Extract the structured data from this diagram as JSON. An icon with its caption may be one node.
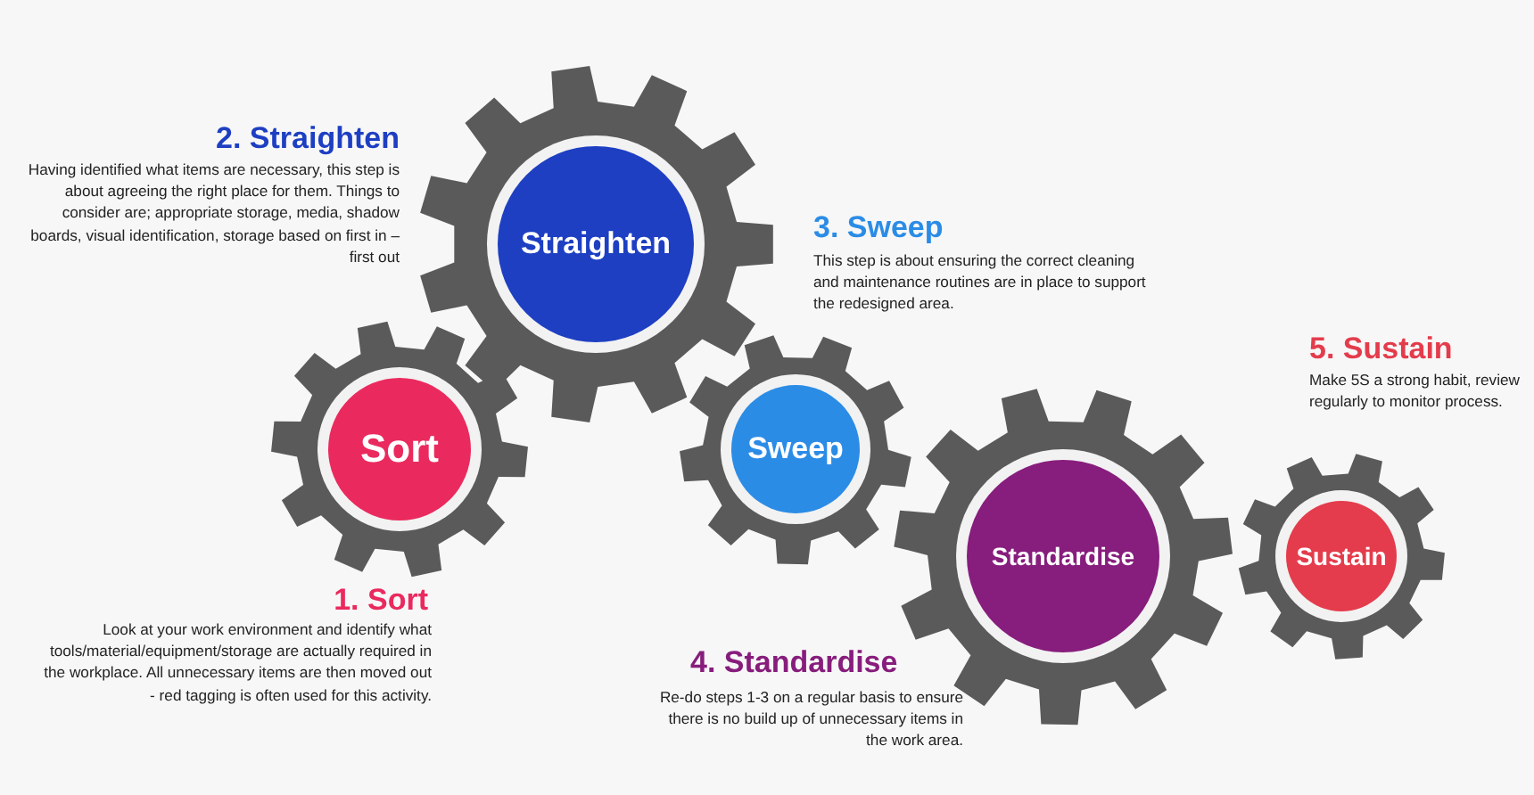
{
  "diagram": {
    "nodes": [
      {
        "text": [
          "Sort"
        ]
      },
      {
        "text": [
          "Straighten"
        ]
      },
      {
        "text": [
          "Sweep"
        ]
      },
      {
        "text": [
          "Standardise"
        ]
      },
      {
        "text": [
          "Sustain"
        ]
      }
    ],
    "labels": [
      "2.  Straighten",
      "Having identified what items are necessary, this step is about agreeing the right place for them. Things to consider are; appropriate storage, media, shadow boards, visual identification, storage based on first in – first out",
      "3.  Sweep",
      "This step is about ensuring the correct cleaning and maintenance routines are in place to support the redesigned area.",
      "5.  Sustain",
      "Make 5S a strong habit, review regularly to monitor process.",
      "1.  Sort",
      "Look at your work environment and identify what tools/material/equipment/storage are actually required in the workplace.  All unnecessary items are then moved out - red tagging is often used for this activity.",
      "4.  Standardise",
      "Re-do steps 1-3 on a regular basis to ensure there is no build up of unnecessary items in the work area."
    ]
  }
}
